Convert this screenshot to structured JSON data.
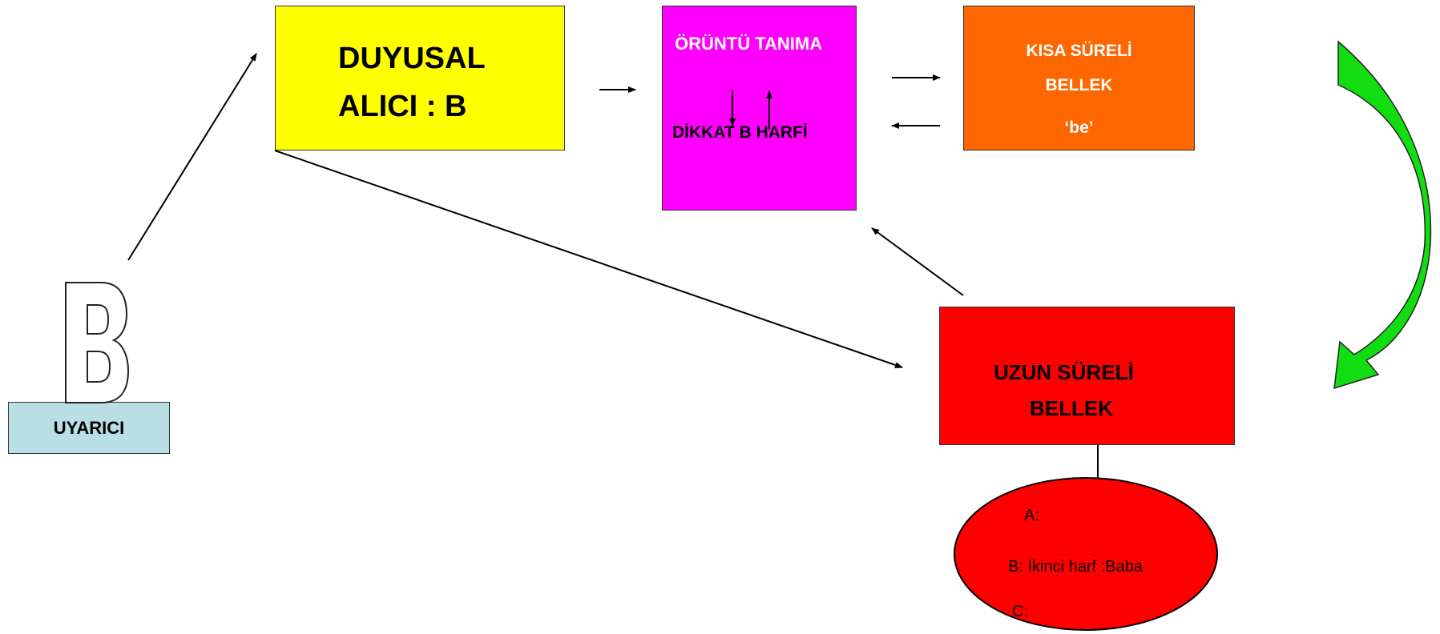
{
  "nodes": {
    "uyarici": {
      "label": "UYARICI",
      "color": "#b9dfe4"
    },
    "duyusal": {
      "line1": "DUYUSAL",
      "line2": "ALICI : B",
      "color": "#ffff00"
    },
    "oruntu": {
      "title": "ÖRÜNTÜ TANIMA",
      "subtitle": "DİKKAT B HARFİ",
      "color": "#ff00ff"
    },
    "kisa": {
      "line1": "KISA SÜRELİ",
      "line2": "BELLEK",
      "line3": "‘be’",
      "color": "#ff6600"
    },
    "uzun": {
      "line1": "UZUN SÜRELİ",
      "line2": "BELLEK",
      "color": "#ff0000"
    },
    "memory": {
      "line_a": "A:",
      "line_b": "B: İkinci harf :Baba",
      "line_c": "C:",
      "color": "#ff0000"
    }
  },
  "stimulus_glyph": "B",
  "accent_arrow_color": "#11dd11"
}
